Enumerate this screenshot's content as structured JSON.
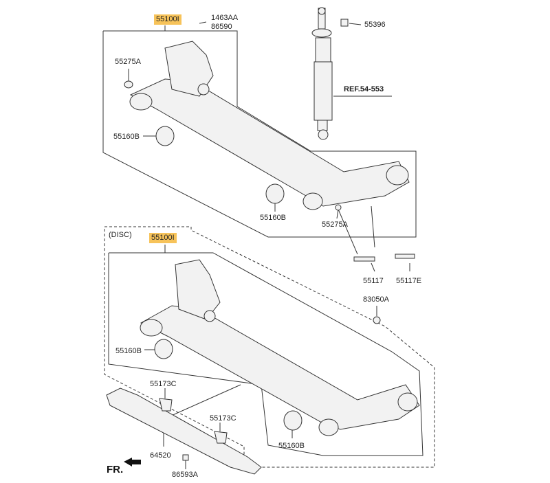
{
  "labels": {
    "part_main_1": "55100I",
    "part_1463aa": "1463AA",
    "part_86590": "86590",
    "part_55396": "55396",
    "part_55275a_top": "55275A",
    "ref_label": "REF.54-553",
    "part_55160b_1": "55160B",
    "part_55160b_2": "55160B",
    "part_55275a_mid": "55275A",
    "part_55117": "55117",
    "part_55117e": "55117E",
    "disc_label": "(DISC)",
    "part_main_2": "55100I",
    "part_83050a": "83050A",
    "part_55160b_3": "55160B",
    "part_55173c_1": "55173C",
    "part_55173c_2": "55173C",
    "part_55160b_4": "55160B",
    "part_64520": "64520",
    "part_86593a": "86593A",
    "fr_label": "FR."
  },
  "colors": {
    "highlight": "#f7c35a",
    "line": "#333333",
    "part_fill": "#f2f2f2"
  }
}
